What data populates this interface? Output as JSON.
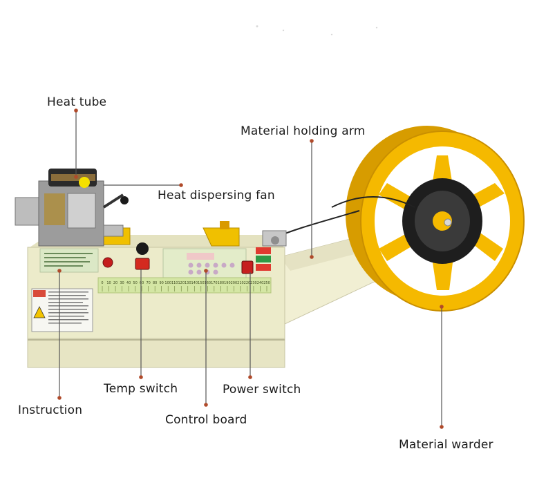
{
  "labels": {
    "heat_tube": "Heat tube",
    "heat_dispersing_fan": "Heat dispersing fan",
    "material_holding_arm": "Material holding arm",
    "instruction": "Instruction",
    "temp_switch": "Temp switch",
    "control_board": "Control board",
    "power_switch": "Power switch",
    "material_warder": "Material warder"
  },
  "ruler_ticks": [
    "0",
    "10",
    "20",
    "30",
    "40",
    "50",
    "60",
    "70",
    "80",
    "90",
    "100",
    "110",
    "120",
    "130",
    "140",
    "150",
    "160",
    "170",
    "180",
    "190",
    "200",
    "210",
    "220",
    "230",
    "240",
    "250"
  ],
  "warning": {
    "title": "警告",
    "subtitle": "WARNING"
  },
  "colors": {
    "machine_body": "#ecebc8",
    "reel": "#f2b800",
    "arm": "#f0eecf",
    "callout_line": "#555555",
    "callout_dot": "#b04a2a",
    "panel": "#dfe9c7",
    "ruler": "#cfe3a0"
  }
}
